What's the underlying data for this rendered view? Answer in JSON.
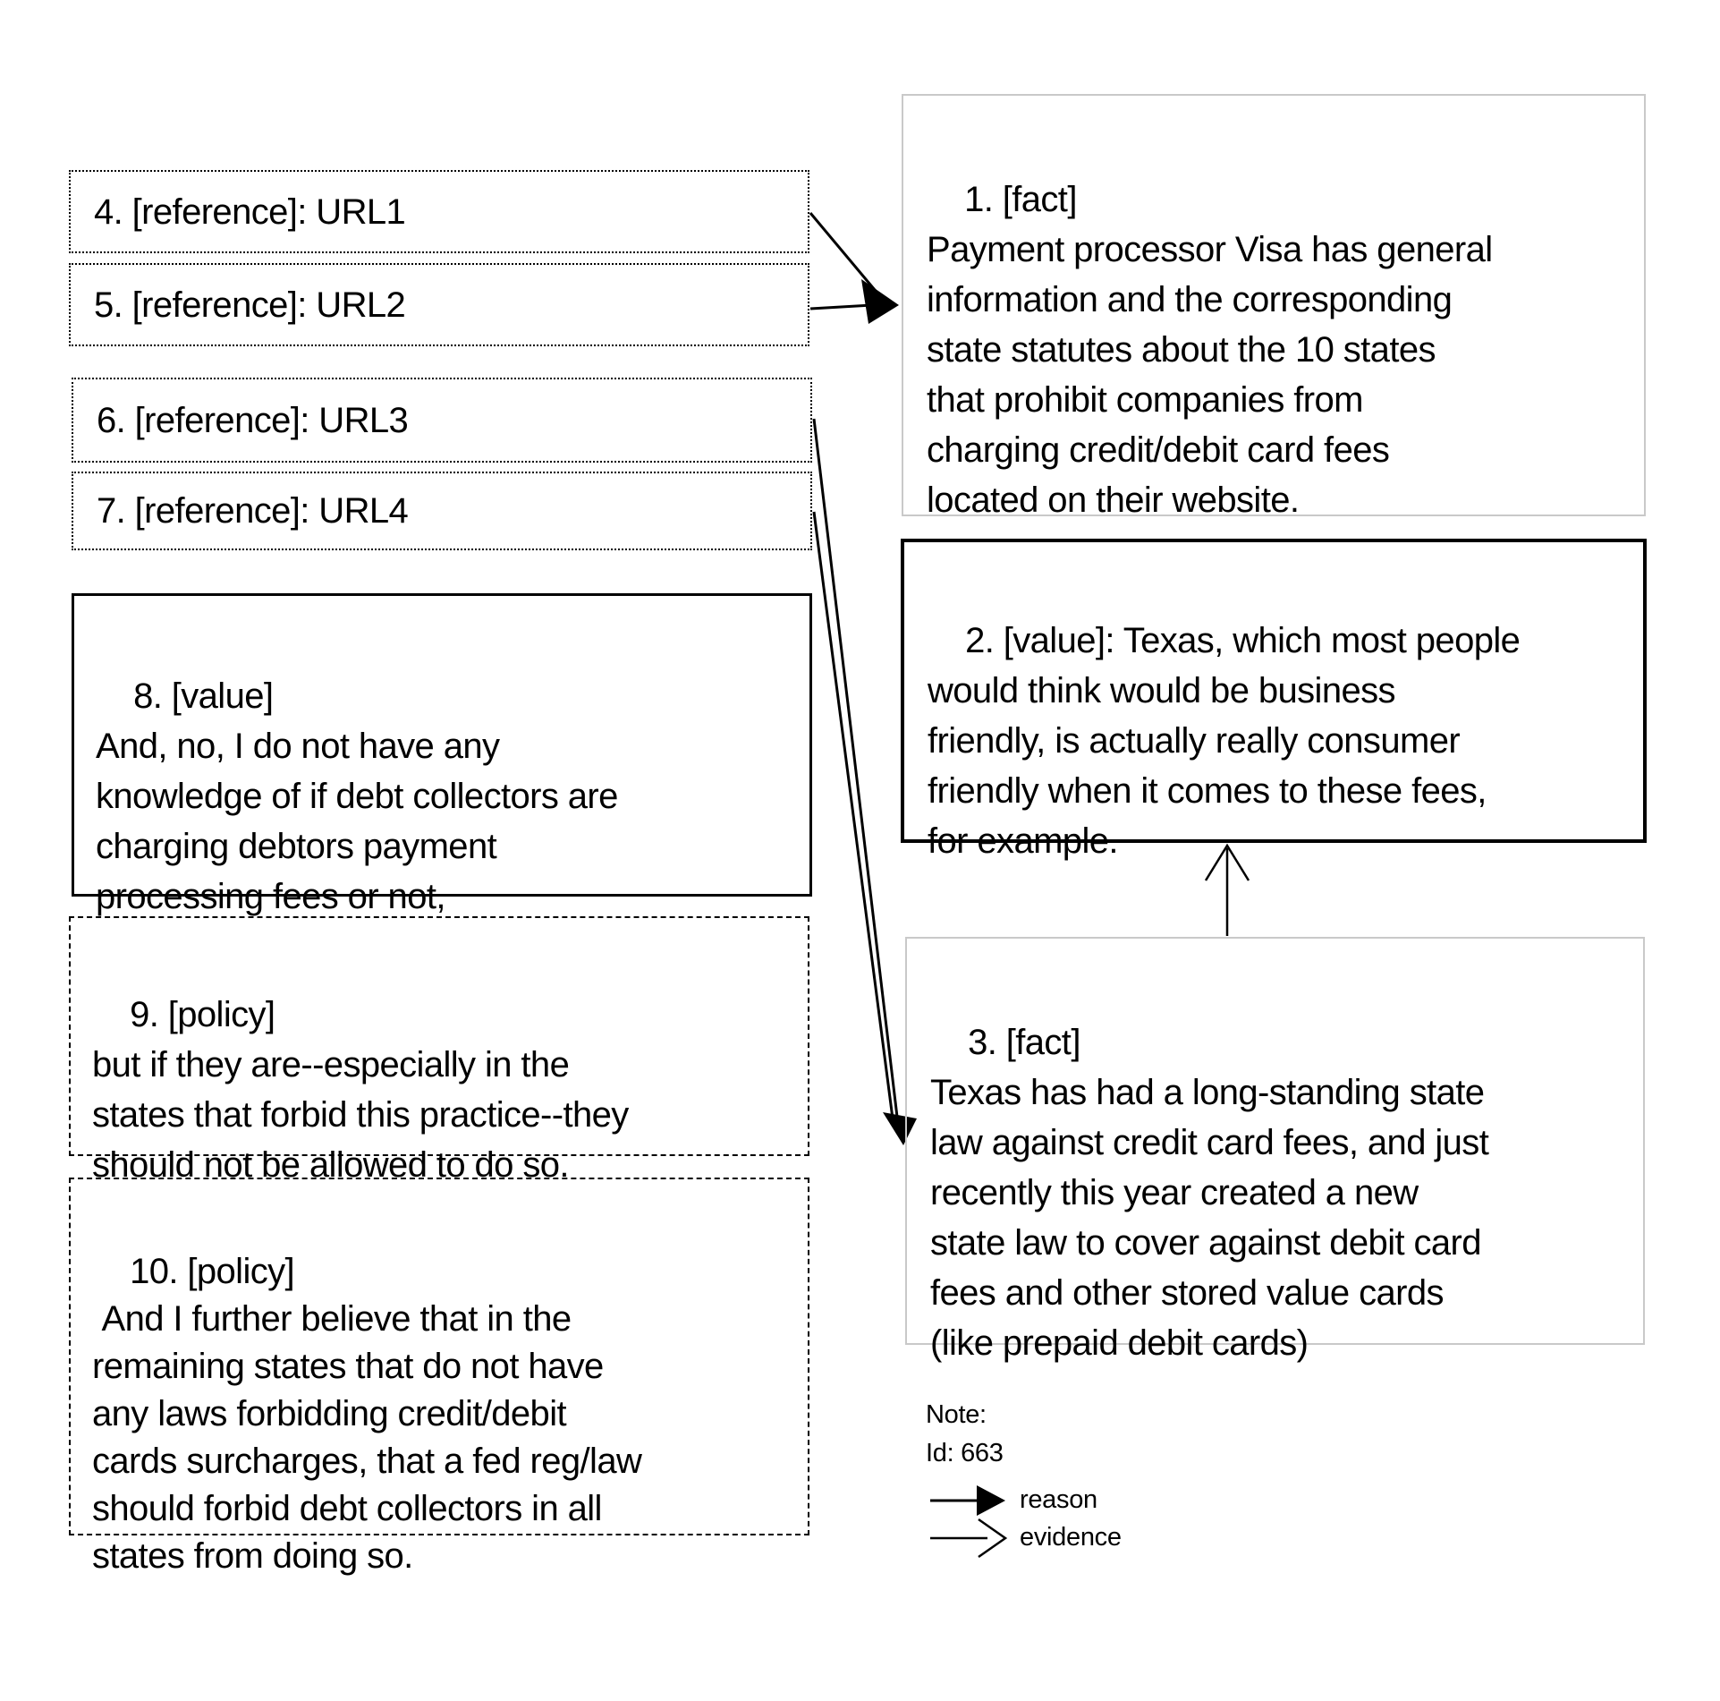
{
  "nodes": {
    "n1": {
      "id": "1",
      "type": "fact",
      "text": "1. [fact]\nPayment processor Visa has general\ninformation and the corresponding\nstate statutes about the 10 states\nthat prohibit companies from\ncharging credit/debit card fees\nlocated on their website."
    },
    "n2": {
      "id": "2",
      "type": "value",
      "text": "2. [value]: Texas, which most people\nwould think would be business\nfriendly, is actually really consumer\nfriendly when it comes to these fees,\nfor example."
    },
    "n3": {
      "id": "3",
      "type": "fact",
      "text": "3. [fact]\nTexas has had a long-standing state\nlaw against credit card fees, and just\nrecently this year created a new\nstate law to cover against debit card\nfees and other stored value cards\n(like prepaid debit cards)"
    },
    "n4": {
      "id": "4",
      "type": "reference",
      "text": "4. [reference]: URL1"
    },
    "n5": {
      "id": "5",
      "type": "reference",
      "text": "5. [reference]: URL2"
    },
    "n6": {
      "id": "6",
      "type": "reference",
      "text": "6. [reference]: URL3"
    },
    "n7": {
      "id": "7",
      "type": "reference",
      "text": "7. [reference]: URL4"
    },
    "n8": {
      "id": "8",
      "type": "value",
      "text": "8. [value]\nAnd, no, I do not have any\nknowledge of if debt collectors are\ncharging debtors payment\nprocessing fees or not,"
    },
    "n9": {
      "id": "9",
      "type": "policy",
      "text": "9. [policy]\nbut if they are--especially in the\nstates that forbid this practice--they\nshould not be allowed to do so."
    },
    "n10": {
      "id": "10",
      "type": "policy",
      "text": "10. [policy]\n And I further believe that in the\nremaining states that do not have\nany laws forbidding credit/debit\ncards surcharges, that a fed reg/law\nshould forbid debt collectors in all\nstates from doing so."
    }
  },
  "edges": [
    {
      "from": "4",
      "to": "1",
      "type": "reason"
    },
    {
      "from": "5",
      "to": "1",
      "type": "reason"
    },
    {
      "from": "6",
      "to": "3",
      "type": "reason"
    },
    {
      "from": "7",
      "to": "3",
      "type": "reason"
    },
    {
      "from": "3",
      "to": "2",
      "type": "evidence"
    }
  ],
  "note": {
    "label": "Note:",
    "id_text": "Id: 663",
    "legend": [
      {
        "type": "reason",
        "label": "reason"
      },
      {
        "type": "evidence",
        "label": "evidence"
      }
    ]
  },
  "colors": {
    "background": "#ffffff",
    "text": "#000000",
    "black_border": "#000000",
    "gray_border": "#c9c9c9"
  }
}
